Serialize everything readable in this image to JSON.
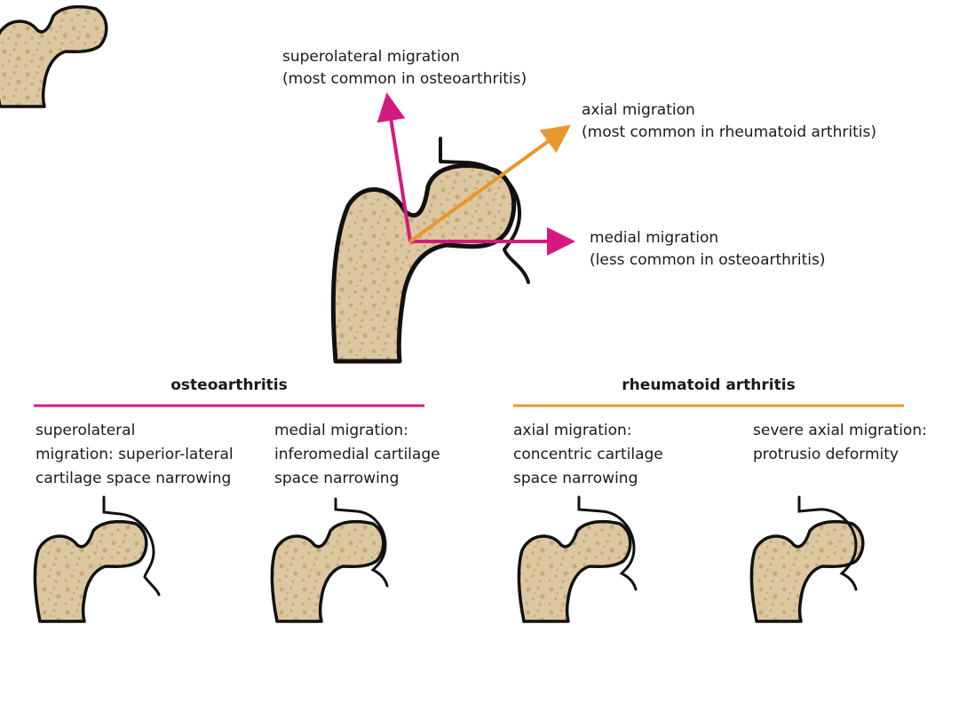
{
  "colors": {
    "osteoarthritis": "#d6197f",
    "rheumatoid": "#e8962e",
    "bone_fill": "#dcc7a0",
    "bone_spot": "#c4ab7c",
    "outline": "#111111"
  },
  "main_arrows": {
    "superolateral": [
      "superolateral migration",
      "(most common in osteoarthritis)"
    ],
    "axial": [
      "axial migration",
      "(most common in rheumatoid arthritis)"
    ],
    "medial": [
      "medial migration",
      "(less common in osteoarthritis)"
    ]
  },
  "groups": [
    {
      "title": "osteoarthritis",
      "color": "osteoarthritis"
    },
    {
      "title": "rheumatoid arthritis",
      "color": "rheumatoid"
    }
  ],
  "panels": [
    {
      "caption": [
        "superolateral",
        "migration: superior-lateral",
        "cartilage space narrowing"
      ]
    },
    {
      "caption": [
        "medial migration:",
        "inferomedial cartilage",
        "space narrowing"
      ]
    },
    {
      "caption": [
        "axial migration:",
        "concentric cartilage",
        "space narrowing"
      ]
    },
    {
      "caption": [
        "severe axial migration:",
        "protrusio deformity"
      ]
    }
  ]
}
